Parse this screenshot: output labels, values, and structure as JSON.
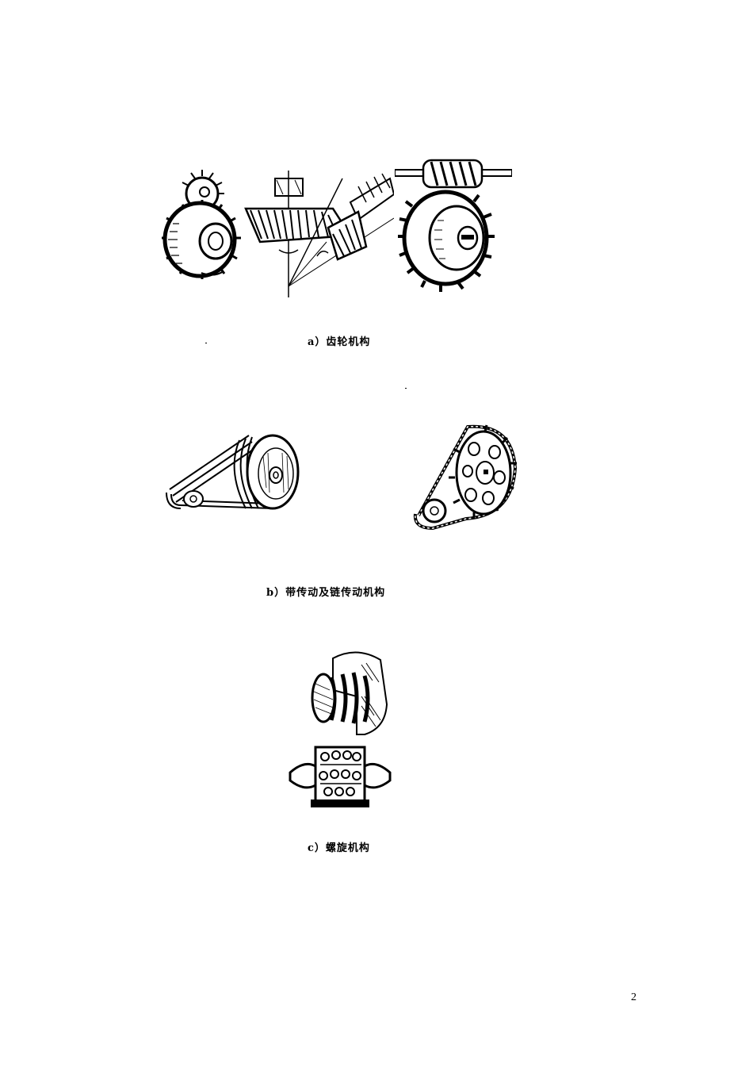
{
  "figures": {
    "a": {
      "caption": "a）齿轮机构"
    },
    "b": {
      "caption": "b）带传动及链传动机构"
    },
    "c": {
      "caption": "c）螺旋机构"
    }
  },
  "page_number": "2"
}
